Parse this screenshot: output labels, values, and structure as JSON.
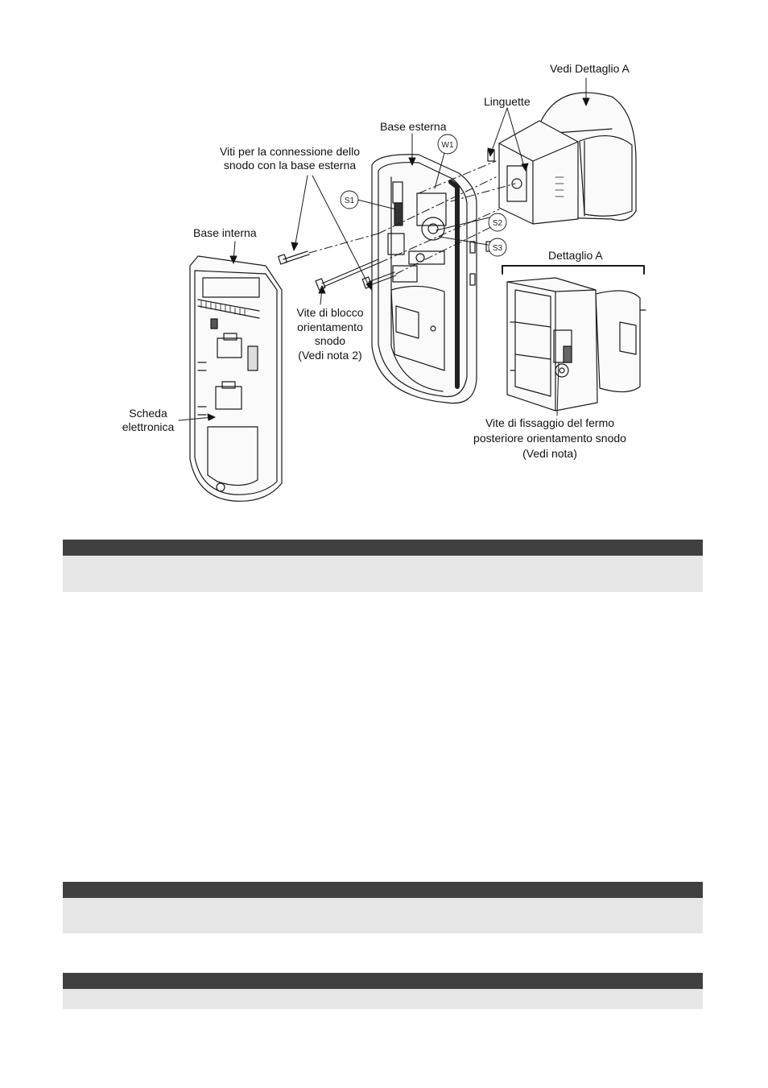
{
  "diagram": {
    "labels": {
      "vedi_dettaglio_a": "Vedi Dettaglio A",
      "linguette": "Linguette",
      "base_esterna": "Base esterna",
      "viti_connessione_1": "Viti per la connessione dello",
      "viti_connessione_2": "snodo con la base esterna",
      "base_interna": "Base interna",
      "dettaglio_a": "Dettaglio A",
      "vite_blocco_1": "Vite di blocco",
      "vite_blocco_2": "orientamento",
      "vite_blocco_3": "snodo",
      "vite_blocco_4": "(Vedi nota 2)",
      "scheda_1": "Scheda",
      "scheda_2": "elettronica",
      "vite_fissaggio_1": "Vite di fissaggio del fermo",
      "vite_fissaggio_2": "posteriore orientamento snodo",
      "vite_fissaggio_3": "(Vedi nota)"
    },
    "callouts": {
      "w1": "W1",
      "s1": "S1",
      "s2": "S2",
      "s3": "S3"
    }
  },
  "sections": [
    {
      "id": "section-1"
    },
    {
      "id": "section-2"
    },
    {
      "id": "section-3"
    }
  ]
}
